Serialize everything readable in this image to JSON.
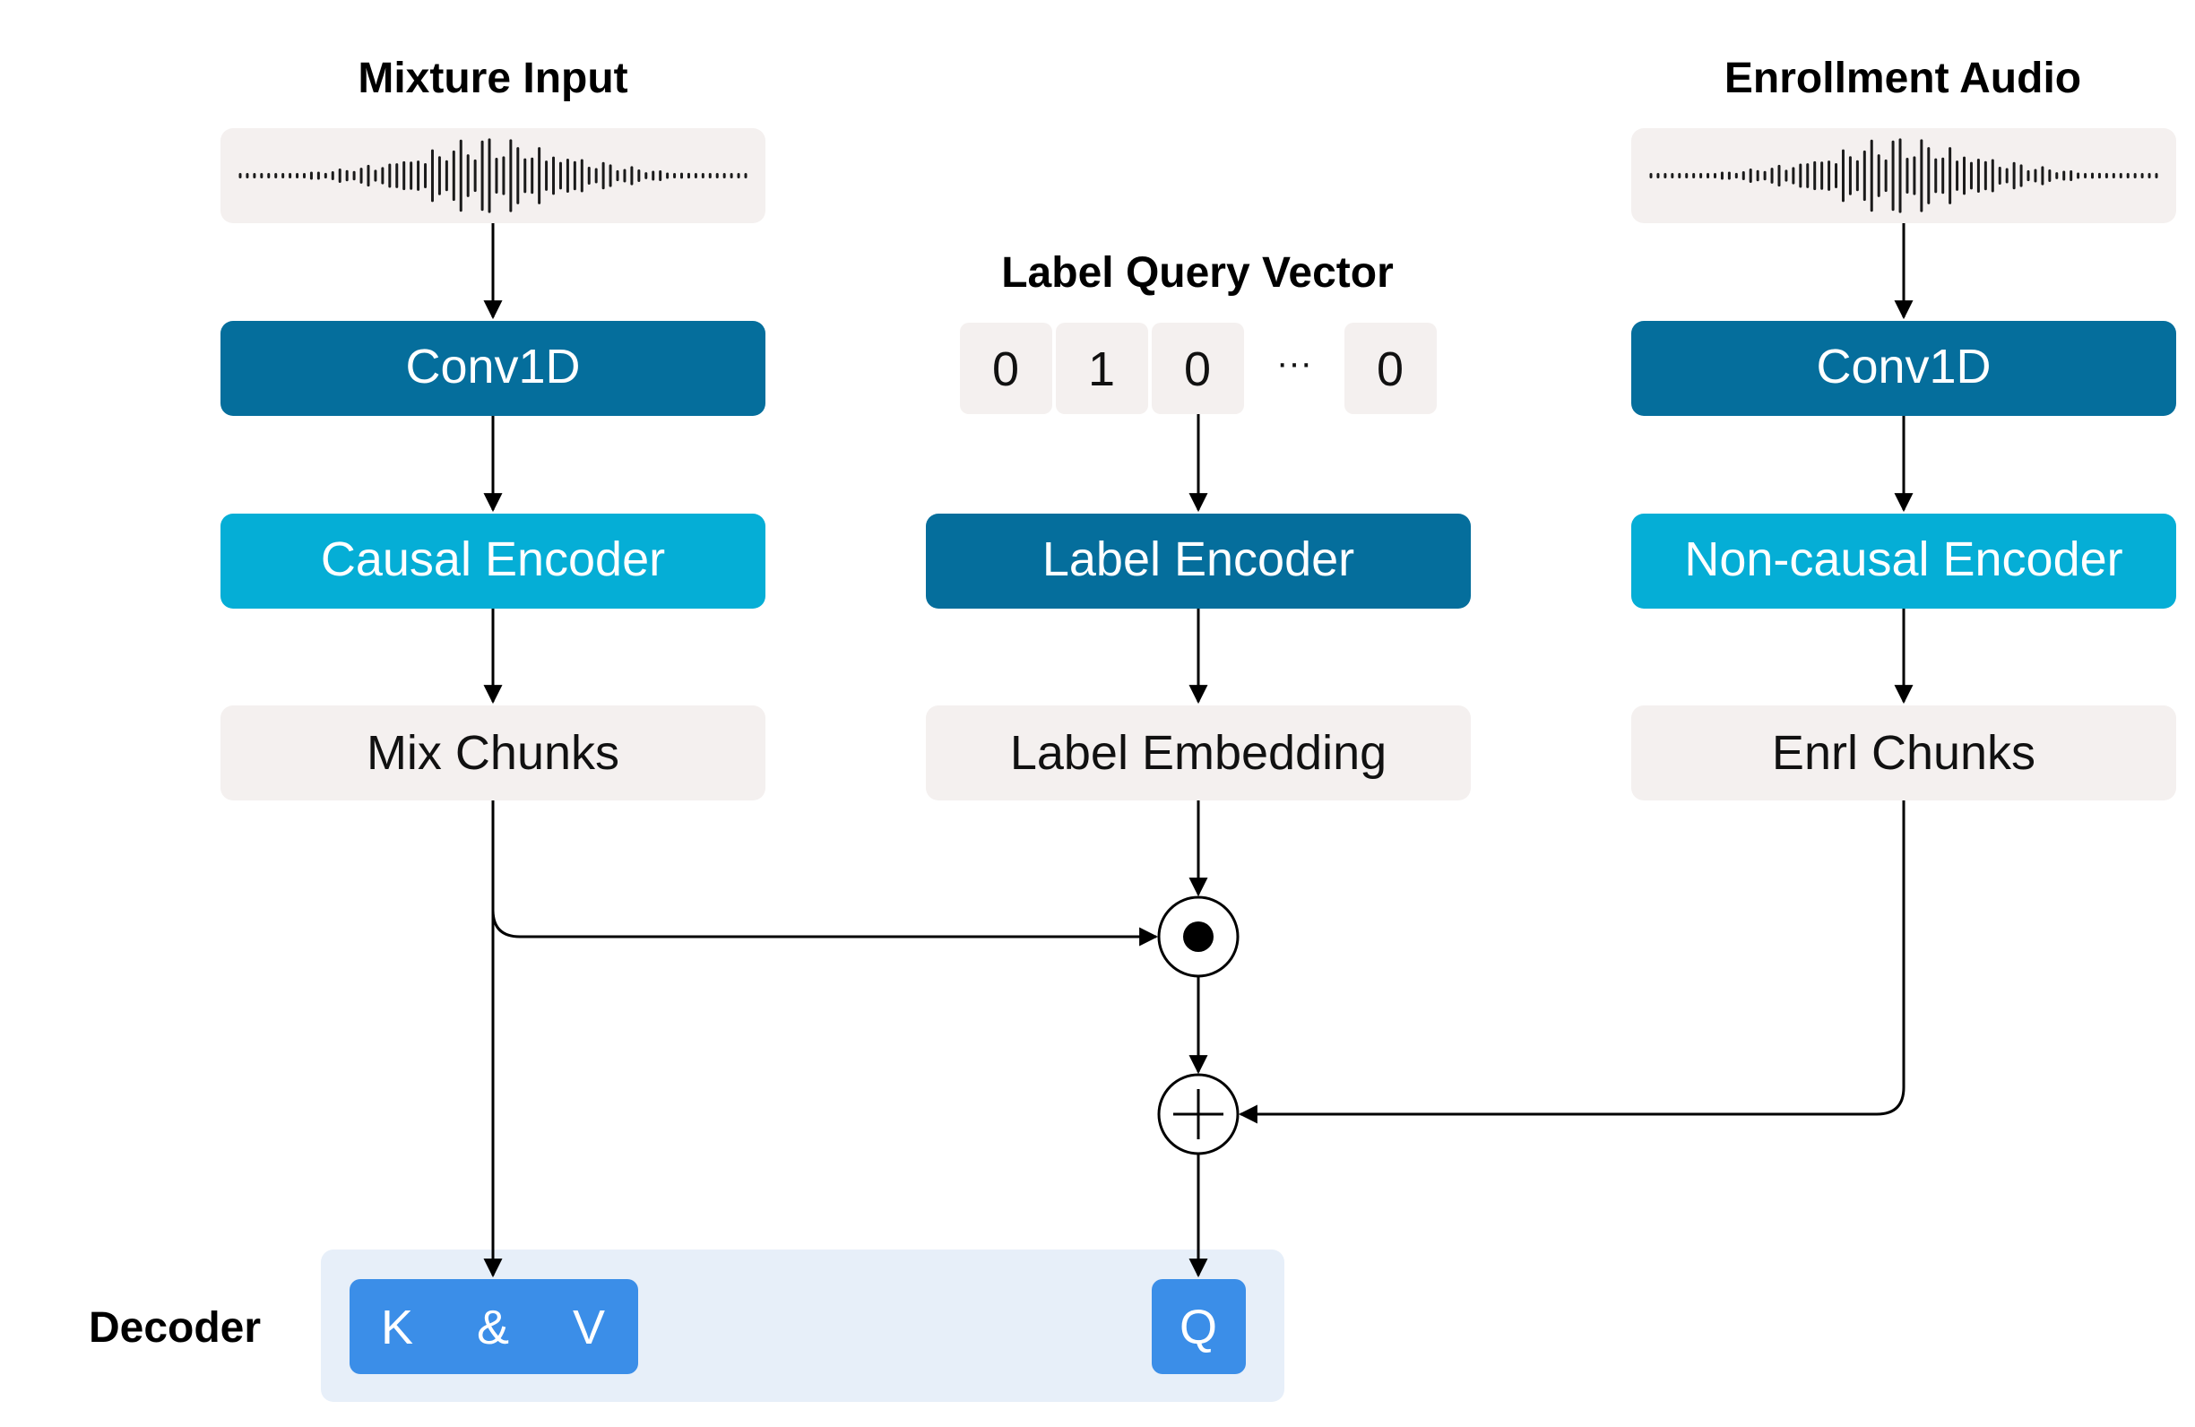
{
  "titles": {
    "mixture_input": "Mixture Input",
    "label_query_vector": "Label Query Vector",
    "enrollment_audio": "Enrollment Audio",
    "decoder": "Decoder"
  },
  "left_column": {
    "conv": "Conv1D",
    "encoder": "Causal Encoder",
    "chunks": "Mix Chunks"
  },
  "middle_column": {
    "query_cells": [
      "0",
      "1",
      "0",
      "···",
      "0"
    ],
    "encoder": "Label Encoder",
    "embedding": "Label Embedding"
  },
  "right_column": {
    "conv": "Conv1D",
    "encoder": "Non-causal Encoder",
    "chunks": "Enrl Chunks"
  },
  "operators": {
    "multiply": "dot-product-icon",
    "add": "plus-icon"
  },
  "decoder": {
    "kv": [
      "K",
      "&",
      "V"
    ],
    "q": "Q"
  },
  "colors": {
    "dark_blue": "#056e9c",
    "cyan": "#05aed6",
    "light_gray": "#f4f0ef",
    "decoder_bg": "#e7eff9",
    "decoder_blue": "#3b8ee8"
  }
}
